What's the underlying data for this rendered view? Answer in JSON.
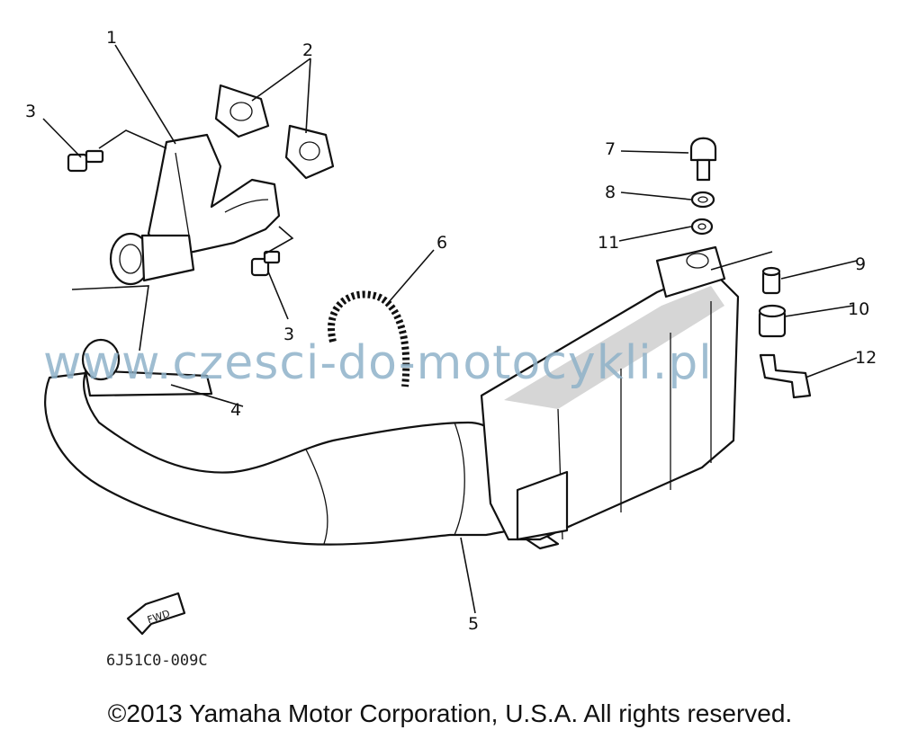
{
  "callouts": [
    "1",
    "2",
    "3",
    "3",
    "4",
    "5",
    "6",
    "7",
    "8",
    "11",
    "9",
    "10",
    "12"
  ],
  "fwd_label": "FWD",
  "drawing_code": "6J51C0-009C",
  "watermark": "www.czesci-do-motocykli.pl",
  "copyright": "©2013 Yamaha Motor Corporation, U.S.A. All rights reserved."
}
